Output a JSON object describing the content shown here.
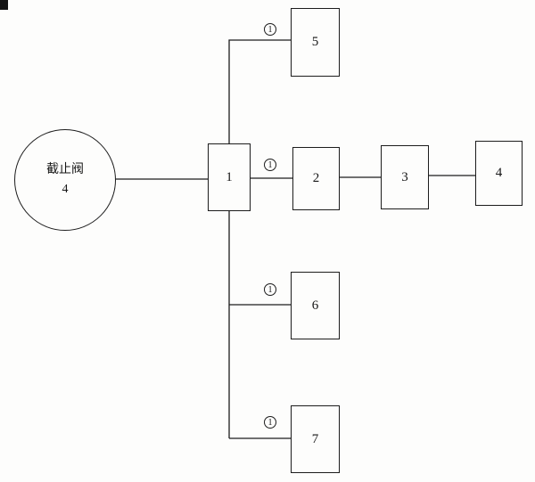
{
  "diagram": {
    "valve": {
      "name": "截止阀",
      "number": "4"
    },
    "boxes": [
      {
        "id": "1",
        "label": "1"
      },
      {
        "id": "2",
        "label": "2"
      },
      {
        "id": "3",
        "label": "3"
      },
      {
        "id": "4",
        "label": "4"
      },
      {
        "id": "5",
        "label": "5"
      },
      {
        "id": "6",
        "label": "6"
      },
      {
        "id": "7",
        "label": "7"
      }
    ],
    "connector_labels": [
      {
        "label": "1"
      },
      {
        "label": "1"
      },
      {
        "label": "1"
      },
      {
        "label": "1"
      }
    ]
  }
}
